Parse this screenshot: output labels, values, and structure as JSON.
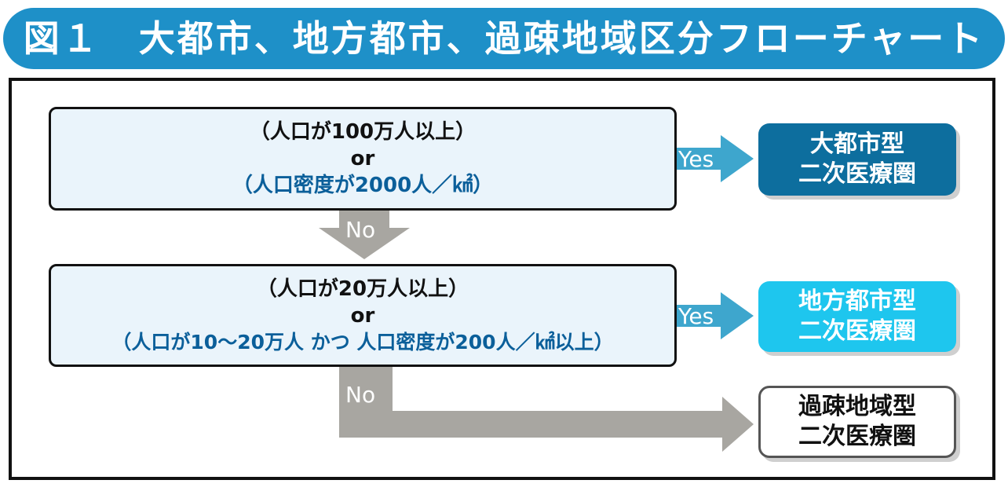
{
  "title": "図１　大都市、地方都市、過疎地域区分フローチャート",
  "conditions": [
    {
      "line1": "（人口が100万人以上）",
      "or": "or",
      "line2": "（人口密度が2000人／㎢）"
    },
    {
      "line1": "（人口が20万人以上）",
      "or": "or",
      "line2": "（人口が10～20万人 かつ 人口密度が200人／㎢以上）"
    }
  ],
  "results": [
    {
      "line1": "大都市型",
      "line2": "二次医療圏"
    },
    {
      "line1": "地方都市型",
      "line2": "二次医療圏"
    },
    {
      "line1": "過疎地域型",
      "line2": "二次医療圏"
    }
  ],
  "arrows": {
    "yes1": "Yes",
    "no1": "No",
    "yes2": "Yes",
    "no2": "No"
  },
  "colors": {
    "title_bg": "#1e90c8",
    "condition_bg": "#eaf4fb",
    "result1_bg": "#0d6e9e",
    "result2_bg": "#1ec6ee",
    "yes_arrow": "#3ea6cd",
    "no_arrow": "#a8a6a1"
  }
}
